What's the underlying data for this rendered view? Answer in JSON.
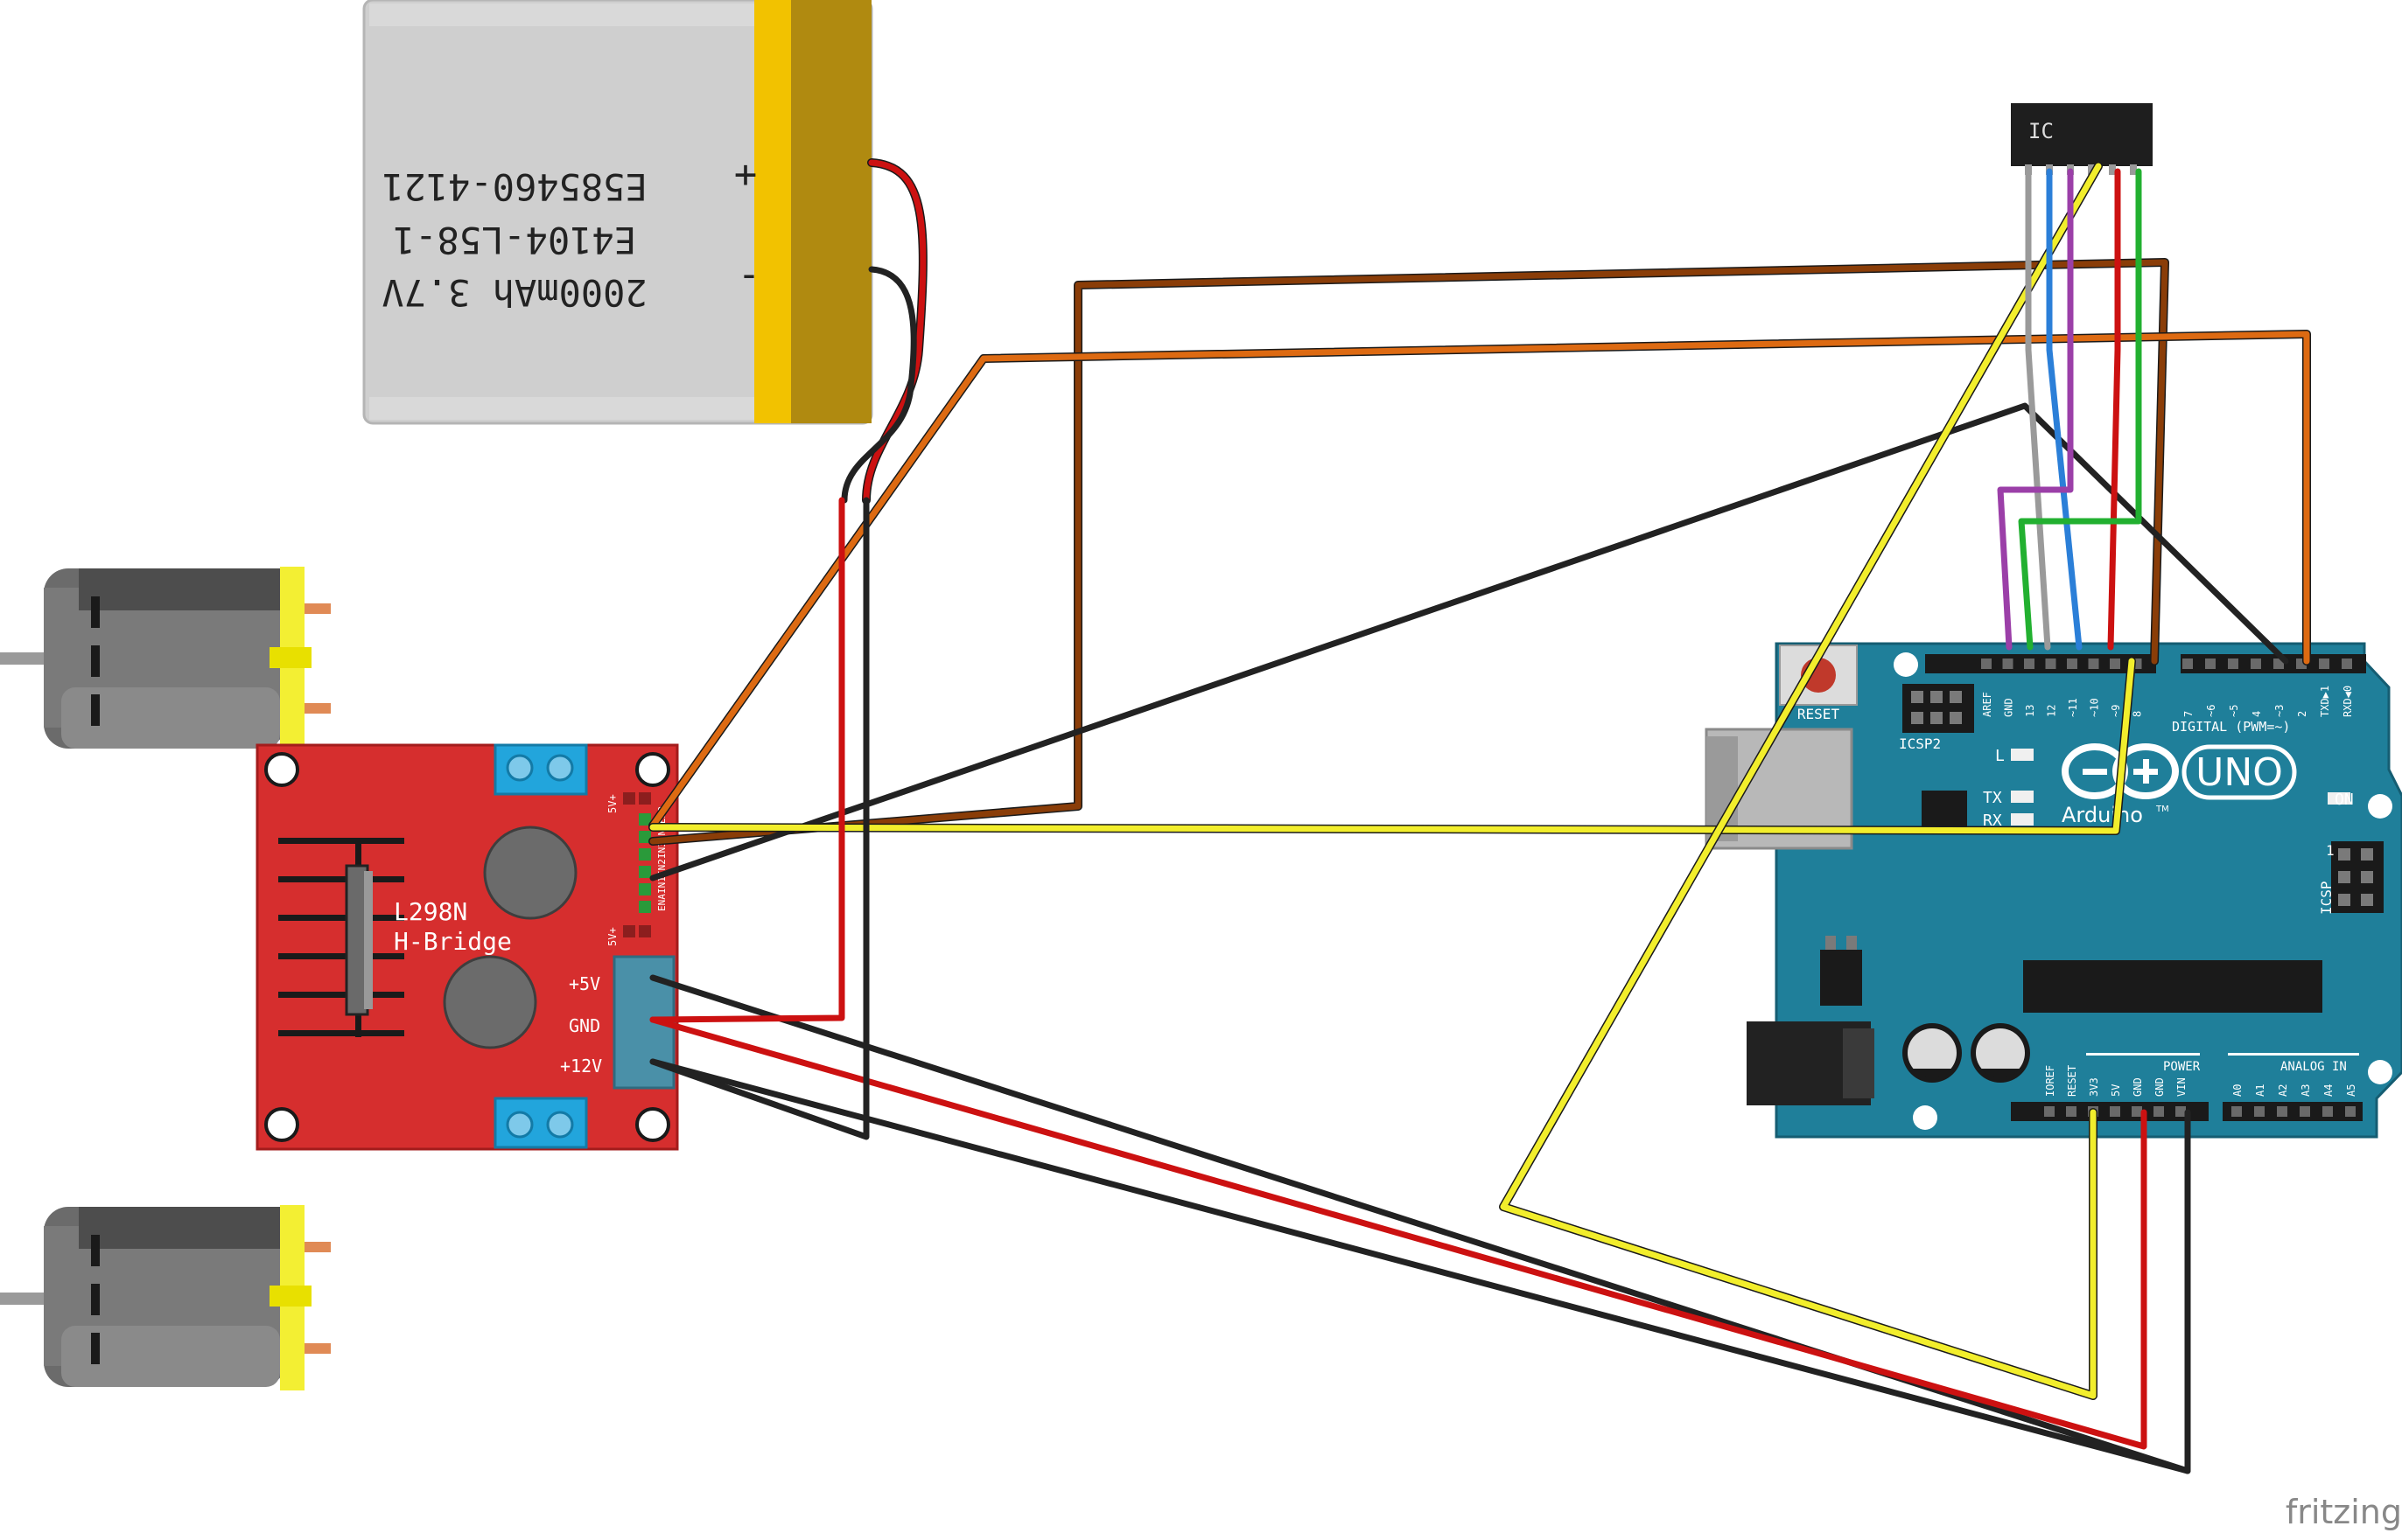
{
  "battery": {
    "line1": "2000mAh 3.7V",
    "line2": "E4104-L58-1",
    "line3": "E585460-4121",
    "plus": "+",
    "minus": "-"
  },
  "driver": {
    "name_line1": "L298N",
    "name_line2": "H-Bridge",
    "pin_5v": "+5V",
    "pin_gnd": "GND",
    "pin_12v": "+12V",
    "header_top": [
      "ENB",
      "IN4",
      "IN3",
      "IN2",
      "IN1",
      "ENA"
    ],
    "label_5v_top": "5V+",
    "label_5v_bottom": "5V+"
  },
  "ic": {
    "label": "IC"
  },
  "arduino": {
    "reset": "RESET",
    "icsp2": "ICSP2",
    "icsp": "ICSP",
    "icsp_pin1": "1",
    "led_l": "L",
    "led_tx": "TX",
    "led_rx": "RX",
    "on": "ON",
    "brand": "Arduino",
    "tm": "TM",
    "model": "UNO",
    "digital": "DIGITAL (PWM=~)",
    "power": "POWER",
    "analog_in": "ANALOG IN",
    "digital_pins": [
      "AREF",
      "GND",
      "13",
      "12",
      "~11",
      "~10",
      "~9",
      "8",
      "7",
      "~6",
      "~5",
      "4",
      "~3",
      "2",
      "TXD▶1",
      "RXD◀0"
    ],
    "power_pins": [
      "IOREF",
      "RESET",
      "3V3",
      "5V",
      "GND",
      "GND",
      "VIN"
    ],
    "analog_pins": [
      "A0",
      "A1",
      "A2",
      "A3",
      "A4",
      "A5"
    ]
  },
  "colors": {
    "red": "#cc1111",
    "black": "#222222",
    "yellow": "#f2ee2c",
    "brown": "#8a3d08",
    "orange": "#dd6a12",
    "green": "#22b030",
    "blue": "#2b7fd8",
    "purple": "#9b3fa8",
    "gray": "#9a9a9a",
    "board_red": "#d62e2e",
    "board_teal": "#1f7f9a"
  },
  "watermark": "fritzing"
}
